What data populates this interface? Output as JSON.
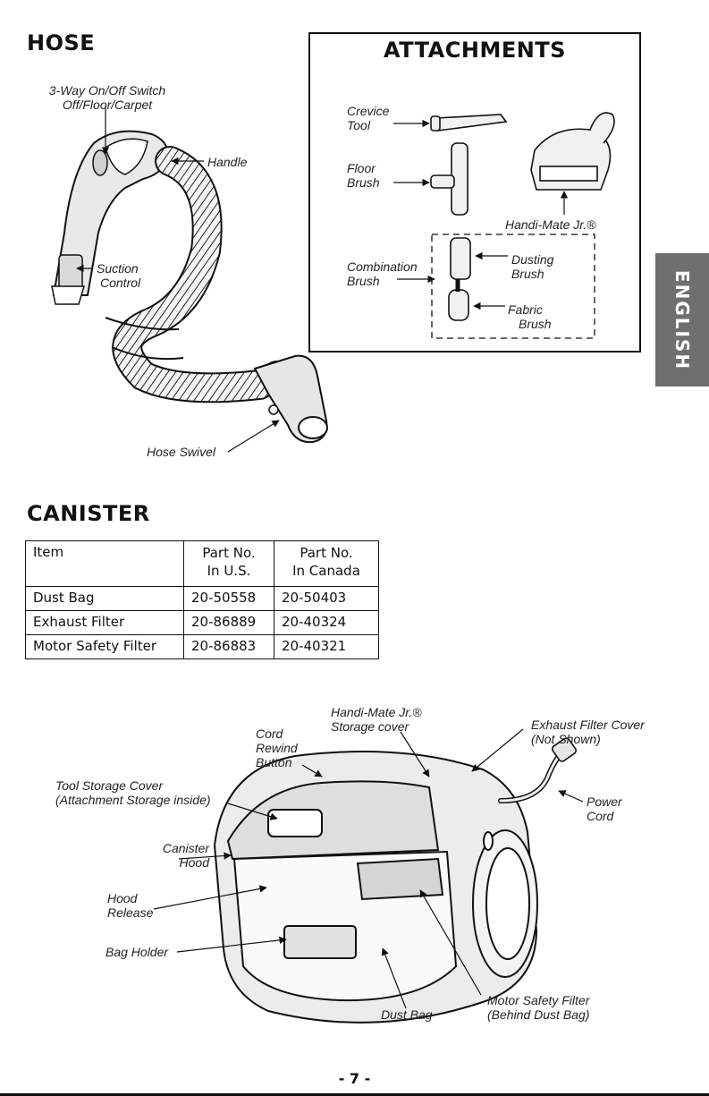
{
  "page": {
    "number": "- 7 -",
    "side_tab": "ENGLISH"
  },
  "hose": {
    "title": "HOSE",
    "labels": {
      "switch_line1": "3-Way On/Off Switch",
      "switch_line2": "Off/Floor/Carpet",
      "handle": "Handle",
      "suction_line1": "Suction",
      "suction_line2": "Control",
      "swivel": "Hose Swivel"
    }
  },
  "attachments": {
    "title": "ATTACHMENTS",
    "labels": {
      "crevice_line1": "Crevice",
      "crevice_line2": "Tool",
      "floor_line1": "Floor",
      "floor_line2": "Brush",
      "handimate": "Handi-Mate Jr.®",
      "combination_line1": "Combination",
      "combination_line2": "Brush",
      "dusting_line1": "Dusting",
      "dusting_line2": "Brush",
      "fabric_line1": "Fabric",
      "fabric_line2": "Brush"
    }
  },
  "canister": {
    "title": "CANISTER",
    "table": {
      "headers": {
        "item": "Item",
        "us_line1": "Part No.",
        "us_line2": "In U.S.",
        "ca_line1": "Part No.",
        "ca_line2": "In Canada"
      },
      "rows": [
        {
          "item": "Dust Bag",
          "us": "20-50558",
          "ca": "20-50403"
        },
        {
          "item": "Exhaust Filter",
          "us": "20-86889",
          "ca": "20-40324"
        },
        {
          "item": "Motor Safety Filter",
          "us": "20-86883",
          "ca": "20-40321"
        }
      ]
    },
    "labels": {
      "handimate_line1": "Handi-Mate Jr.®",
      "handimate_line2": "Storage cover",
      "cord_line1": "Cord",
      "cord_line2": "Rewind",
      "cord_line3": "Button",
      "exhaust_line1": "Exhaust Filter Cover",
      "exhaust_line2": "(Not Shown)",
      "tool_line1": "Tool Storage Cover",
      "tool_line2": "(Attachment Storage inside)",
      "power_line1": "Power",
      "power_line2": "Cord",
      "hood_line1": "Canister",
      "hood_line2": "Hood",
      "release_line1": "Hood",
      "release_line2": "Release",
      "bag_holder": "Bag Holder",
      "motor_line1": "Motor Safety Filter",
      "motor_line2": "(Behind Dust Bag)",
      "dust_bag": "Dust Bag"
    }
  },
  "colors": {
    "ink": "#111111",
    "tab": "#6f6f6f",
    "paper": "#ffffff"
  }
}
